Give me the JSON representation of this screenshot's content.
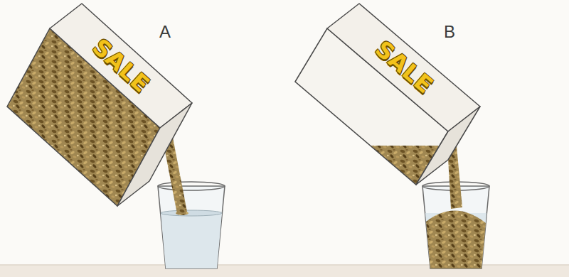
{
  "diagram": {
    "nodes": [
      {
        "text": [
          "SALE"
        ]
      },
      {
        "text": [
          "SALE"
        ]
      }
    ],
    "labels": [
      "A",
      "B"
    ]
  }
}
